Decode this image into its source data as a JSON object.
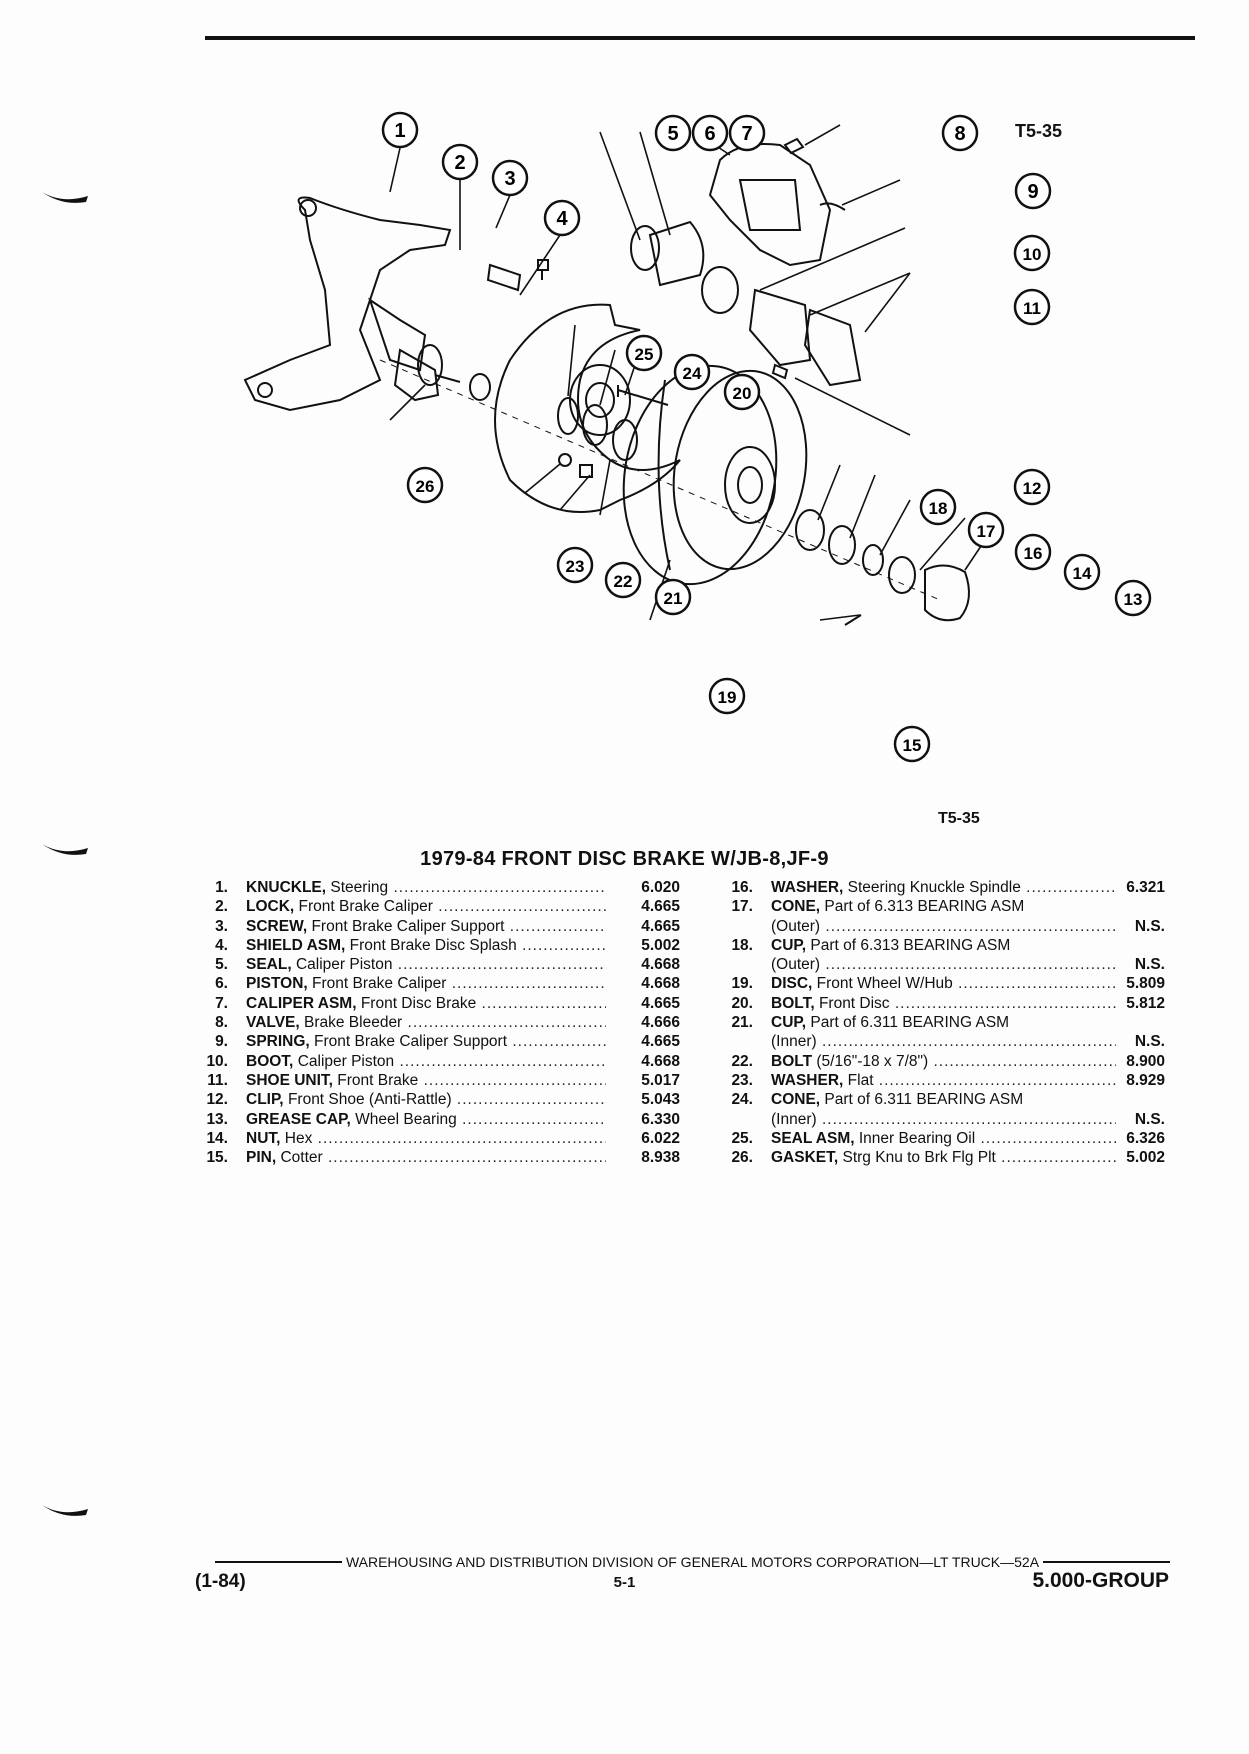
{
  "figure": {
    "code_top": "T5-35",
    "code_bottom": "T5-35",
    "callouts": [
      "1",
      "2",
      "3",
      "4",
      "5",
      "6",
      "7",
      "8",
      "9",
      "10",
      "11",
      "12",
      "13",
      "14",
      "15",
      "16",
      "17",
      "18",
      "19",
      "20",
      "21",
      "22",
      "23",
      "24",
      "25",
      "26"
    ]
  },
  "title": "1979-84 FRONT DISC BRAKE W/JB-8,JF-9",
  "parts_left": [
    {
      "num": "1.",
      "name": "KNUCKLE,",
      "desc": "Steering",
      "code": "6.020"
    },
    {
      "num": "2.",
      "name": "LOCK,",
      "desc": "Front Brake Caliper",
      "code": "4.665"
    },
    {
      "num": "3.",
      "name": "SCREW,",
      "desc": "Front Brake Caliper Support",
      "code": "4.665"
    },
    {
      "num": "4.",
      "name": "SHIELD ASM,",
      "desc": "Front Brake Disc Splash",
      "code": "5.002"
    },
    {
      "num": "5.",
      "name": "SEAL,",
      "desc": "Caliper Piston",
      "code": "4.668"
    },
    {
      "num": "6.",
      "name": "PISTON,",
      "desc": "Front Brake Caliper",
      "code": "4.668"
    },
    {
      "num": "7.",
      "name": "CALIPER ASM,",
      "desc": "Front Disc Brake",
      "code": "4.665"
    },
    {
      "num": "8.",
      "name": "VALVE,",
      "desc": "Brake Bleeder",
      "code": "4.666"
    },
    {
      "num": "9.",
      "name": "SPRING,",
      "desc": "Front Brake Caliper Support",
      "code": "4.665"
    },
    {
      "num": "10.",
      "name": "BOOT,",
      "desc": "Caliper Piston",
      "code": "4.668"
    },
    {
      "num": "11.",
      "name": "SHOE UNIT,",
      "desc": "Front Brake",
      "code": "5.017"
    },
    {
      "num": "12.",
      "name": "CLIP,",
      "desc": "Front Shoe (Anti-Rattle)",
      "code": "5.043"
    },
    {
      "num": "13.",
      "name": "GREASE CAP,",
      "desc": "Wheel Bearing",
      "code": "6.330"
    },
    {
      "num": "14.",
      "name": "NUT,",
      "desc": "Hex",
      "code": "6.022"
    },
    {
      "num": "15.",
      "name": "PIN,",
      "desc": "Cotter",
      "code": "8.938"
    }
  ],
  "parts_right": [
    {
      "num": "16.",
      "name": "WASHER,",
      "desc": "Steering Knuckle Spindle",
      "code": "6.321"
    },
    {
      "num": "17.",
      "name": "CONE,",
      "desc": "Part of 6.313 BEARING ASM",
      "code": ""
    },
    {
      "num": "",
      "name": "",
      "desc": "(Outer)",
      "code": "N.S."
    },
    {
      "num": "18.",
      "name": "CUP,",
      "desc": "Part of 6.313 BEARING ASM",
      "code": ""
    },
    {
      "num": "",
      "name": "",
      "desc": "(Outer)",
      "code": "N.S."
    },
    {
      "num": "19.",
      "name": "DISC,",
      "desc": "Front Wheel W/Hub",
      "code": "5.809"
    },
    {
      "num": "20.",
      "name": "BOLT,",
      "desc": "Front Disc",
      "code": "5.812"
    },
    {
      "num": "21.",
      "name": "CUP,",
      "desc": "Part of 6.311 BEARING ASM",
      "code": ""
    },
    {
      "num": "",
      "name": "",
      "desc": "(Inner)",
      "code": "N.S."
    },
    {
      "num": "22.",
      "name": "BOLT",
      "desc": "(5/16\"-18 x 7/8\")",
      "code": "8.900"
    },
    {
      "num": "23.",
      "name": "WASHER,",
      "desc": "Flat",
      "code": "8.929"
    },
    {
      "num": "24.",
      "name": "CONE,",
      "desc": "Part of 6.311 BEARING ASM",
      "code": ""
    },
    {
      "num": "",
      "name": "",
      "desc": "(Inner)",
      "code": "N.S."
    },
    {
      "num": "25.",
      "name": "SEAL ASM,",
      "desc": "Inner Bearing Oil",
      "code": "6.326"
    },
    {
      "num": "26.",
      "name": "GASKET,",
      "desc": "Strg Knu to Brk Flg Plt",
      "code": "5.002"
    }
  ],
  "footer": {
    "line": "WAREHOUSING AND DISTRIBUTION  DIVISION OF GENERAL MOTORS CORPORATION—LT TRUCK—52A",
    "date": "(1-84)",
    "page": "5-1",
    "group": "5.000-GROUP"
  }
}
